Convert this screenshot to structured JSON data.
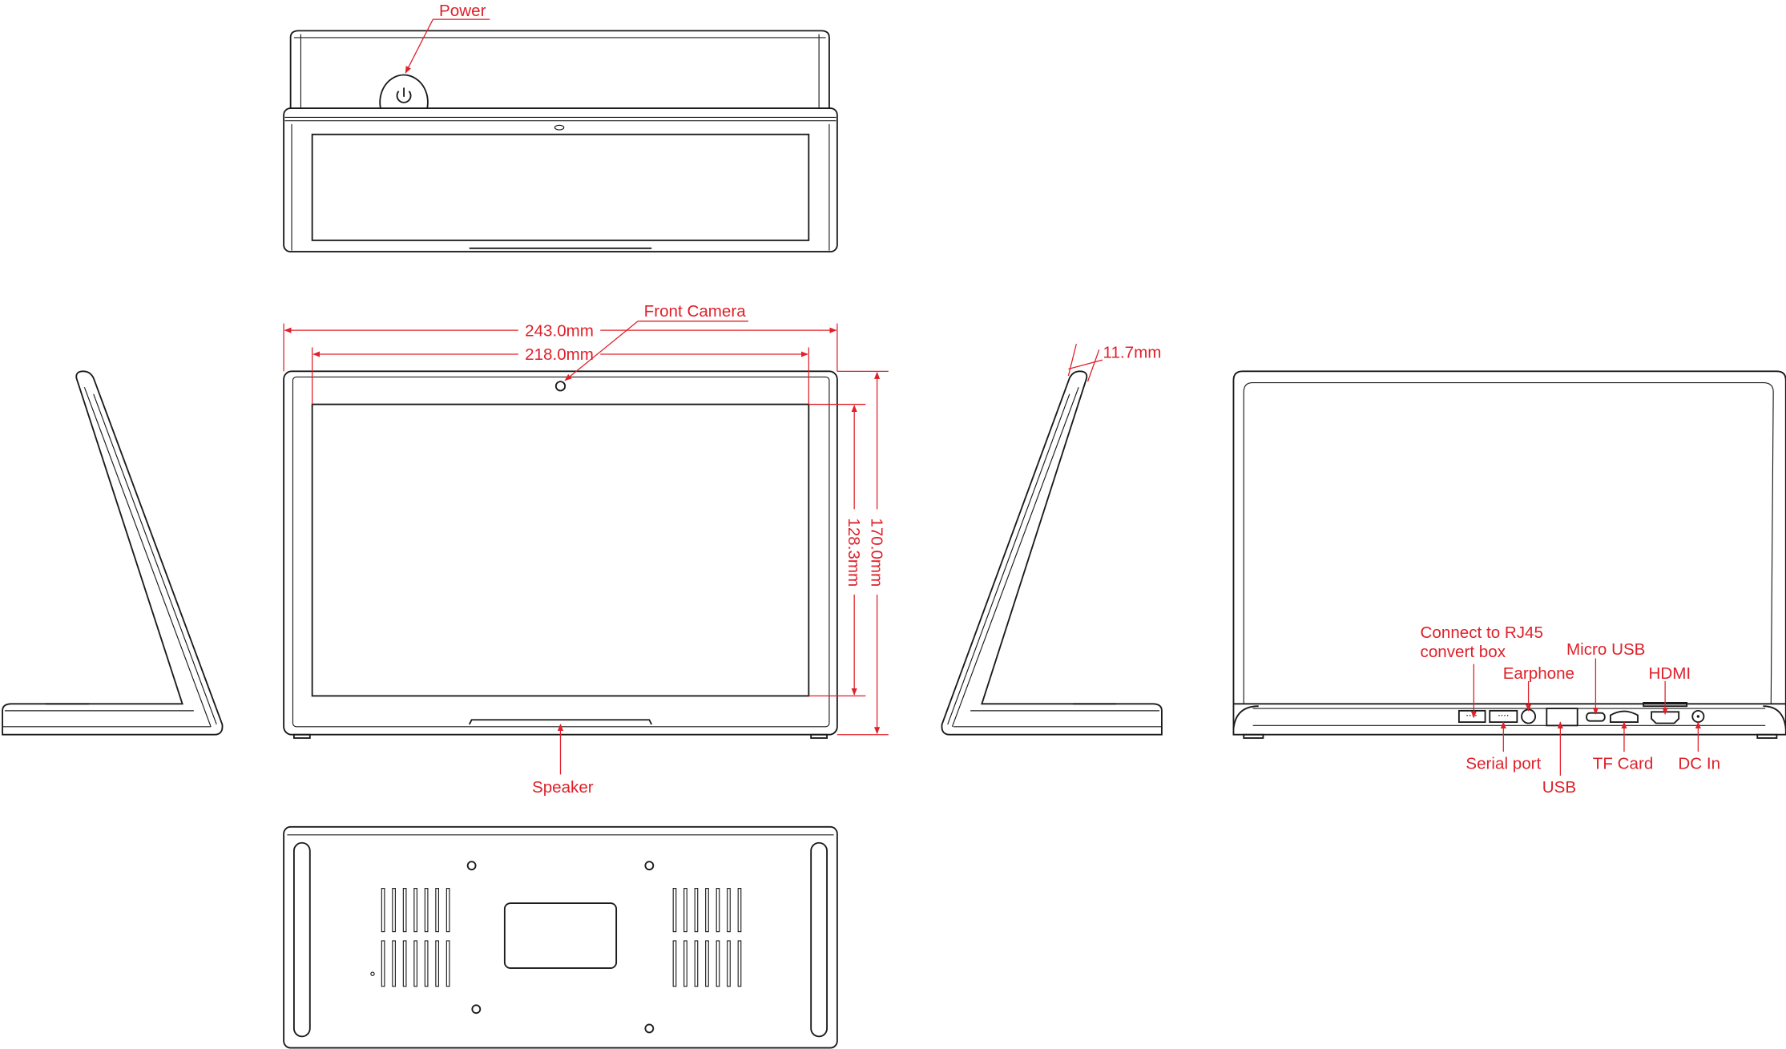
{
  "colors": {
    "annotation": "#e0202a",
    "outline": "#1a1a1a"
  },
  "top_view": {
    "power_label": "Power"
  },
  "front_view": {
    "front_camera_label": "Front Camera",
    "speaker_label": "Speaker",
    "width_outer": "243.0mm",
    "width_screen": "218.0mm",
    "height_outer": "170.0mm",
    "height_screen": "128.3mm"
  },
  "side_view": {
    "thickness": "11.7mm"
  },
  "back_view": {
    "ports": {
      "rj45_line1": "Connect to RJ45",
      "rj45_line2": "convert box",
      "earphone": "Earphone",
      "micro_usb": "Micro USB",
      "hdmi": "HDMI",
      "serial_port": "Serial port",
      "usb": "USB",
      "tf_card": "TF Card",
      "dc_in": "DC In"
    }
  }
}
